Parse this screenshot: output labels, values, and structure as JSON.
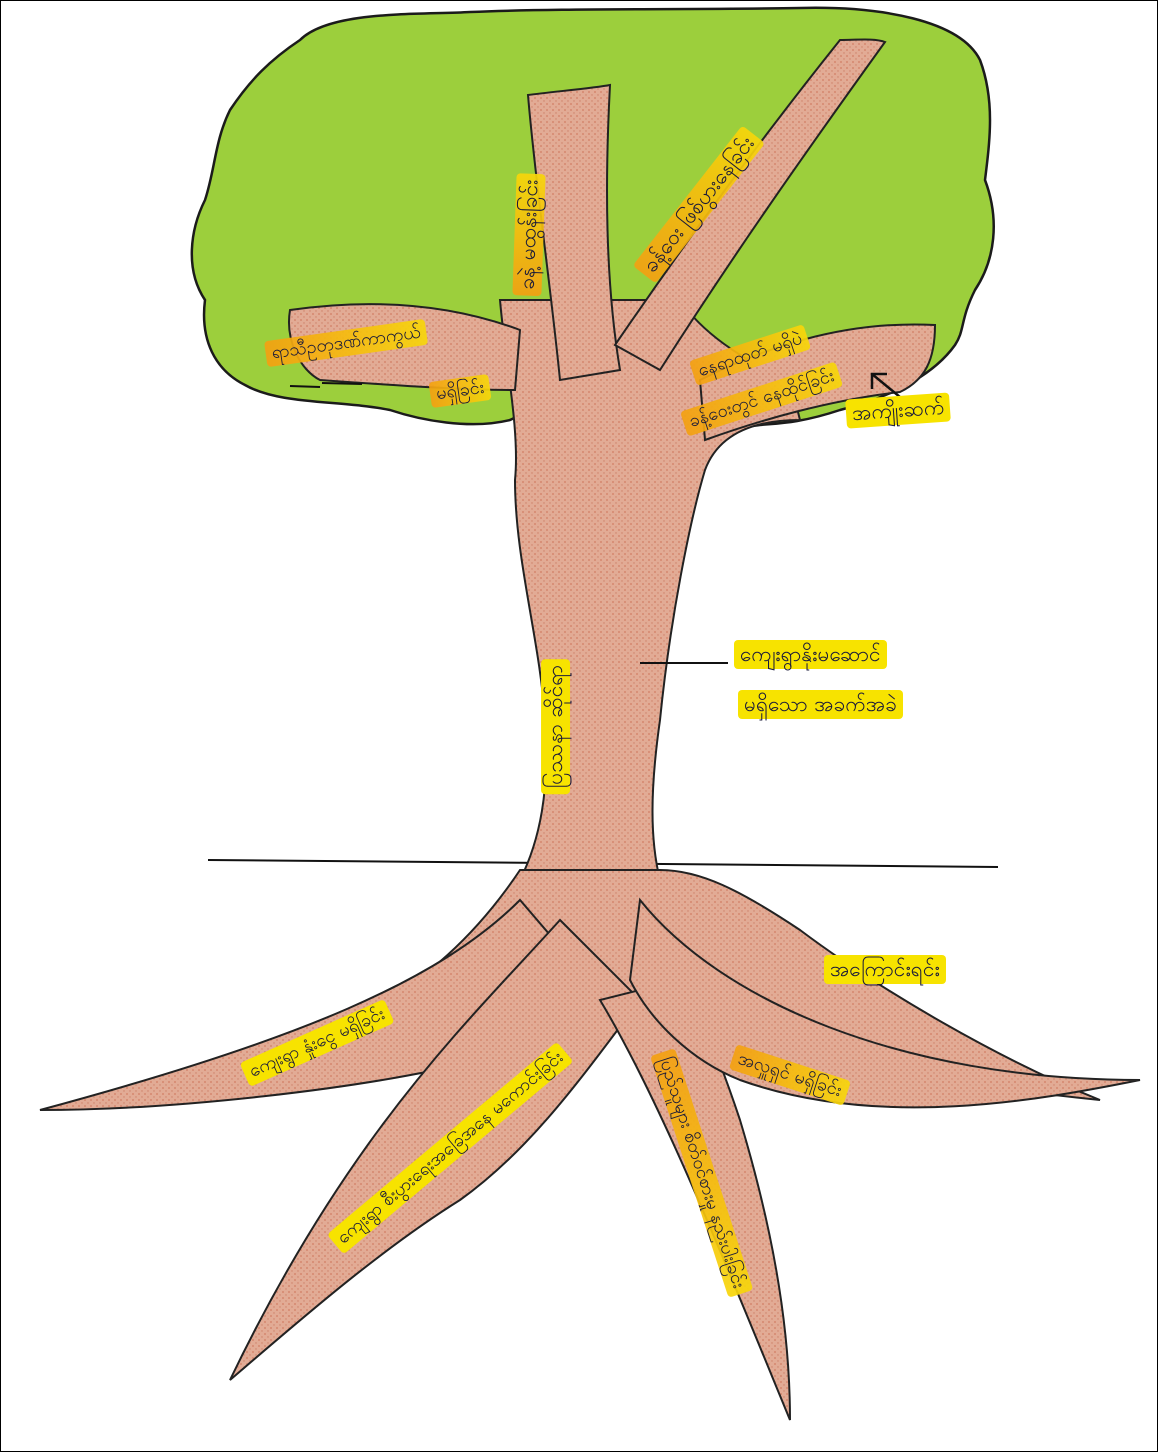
{
  "colors": {
    "canopy": "#9ccf3c",
    "canopy_outline": "#1b1b1b",
    "trunk": "#dfa68f",
    "trunk_texture": "#c0563a",
    "label_highlight": "#f4c20d",
    "label_highlight_orange": "#f39c12",
    "ink": "#1a1a3a"
  },
  "branches": [
    {
      "id": "branch-center",
      "text": "ခနဲ့ မထွန်းခြင်း"
    },
    {
      "id": "branch-right-upper",
      "text": "ခန့်ဝေး ဖြစ်ပွားနေခြင်း"
    },
    {
      "id": "branch-left",
      "text": "ရာသီဥတုဒဏ်ကာကွယ်",
      "text2": "မရှိခြင်း"
    },
    {
      "id": "branch-right-lower",
      "text": "နေရာထုတ် မရှိပဲ",
      "text2": "ခန့်ဝေးတွင် နေထိုင်ခြင်း"
    }
  ],
  "result_label": "အကျိုးဆက်",
  "trunk": {
    "text": "ပြဿနာ ဆိုင်ရာ",
    "callout_line1": "ကျေးရွာနိုးမဆောင်",
    "callout_line2": "မရှိသော အခက်အခဲ"
  },
  "cause_label": "အကြောင်းရင်း",
  "roots": [
    {
      "id": "root-left",
      "text": "ကျေးရွာ နှုံးငွေ မရှိခြင်း"
    },
    {
      "id": "root-center-left",
      "text": "ကျေးရွာ စီးပွားရေးအခြေအနေ မကောင်းခြင်း"
    },
    {
      "id": "root-center-right",
      "text": "ပြည်သူများ စိတ်ဝင်စားမှု နည်းပါးခြင်း"
    },
    {
      "id": "root-right",
      "text": "အလှူရှင် မရှိခြင်း"
    }
  ]
}
